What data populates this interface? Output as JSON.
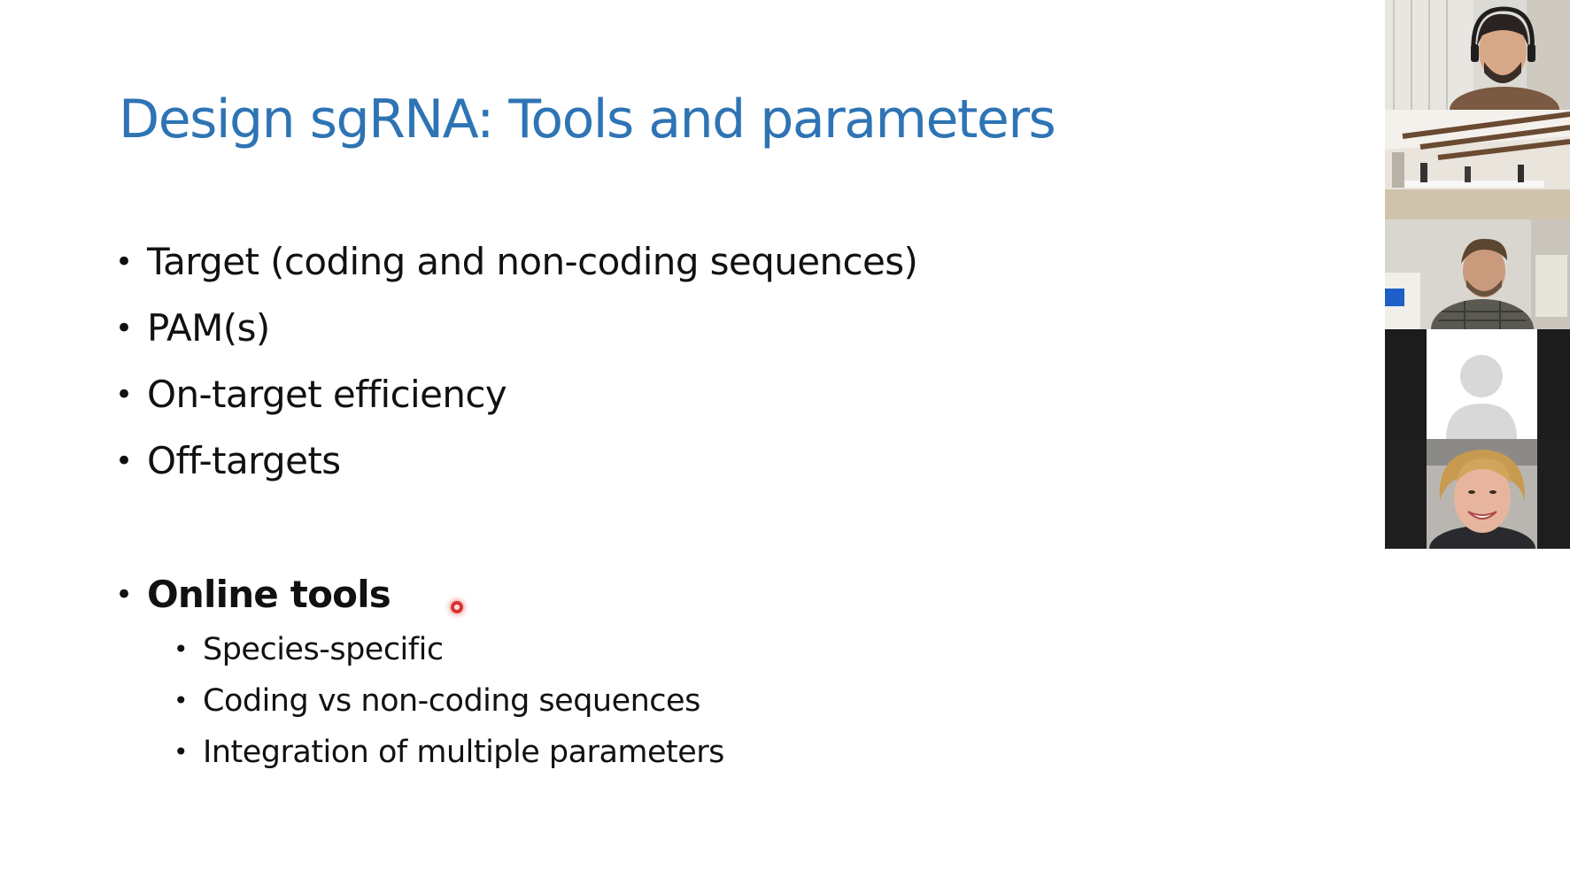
{
  "slide": {
    "title": "Design sgRNA: Tools and parameters",
    "bullets": [
      "Target (coding and non-coding sequences)",
      "PAM(s)",
      "On-target efficiency",
      "Off-targets"
    ],
    "online_tools": {
      "label": "Online tools",
      "sub_bullets": [
        "Species-specific",
        "Coding vs non-coding sequences",
        "Integration of multiple parameters"
      ]
    }
  },
  "colors": {
    "title": "#2e74b5",
    "text": "#111111",
    "laser_pointer": "#d93232",
    "participant_panel": "#1a1a1a"
  },
  "participants": {
    "count": 5,
    "tiles": [
      {
        "kind": "video",
        "icon": "person-with-headset"
      },
      {
        "kind": "video",
        "icon": "room-with-people"
      },
      {
        "kind": "video",
        "icon": "person-in-office"
      },
      {
        "kind": "no-video",
        "icon": "default-avatar-icon"
      },
      {
        "kind": "video",
        "icon": "smiling-person"
      }
    ]
  }
}
